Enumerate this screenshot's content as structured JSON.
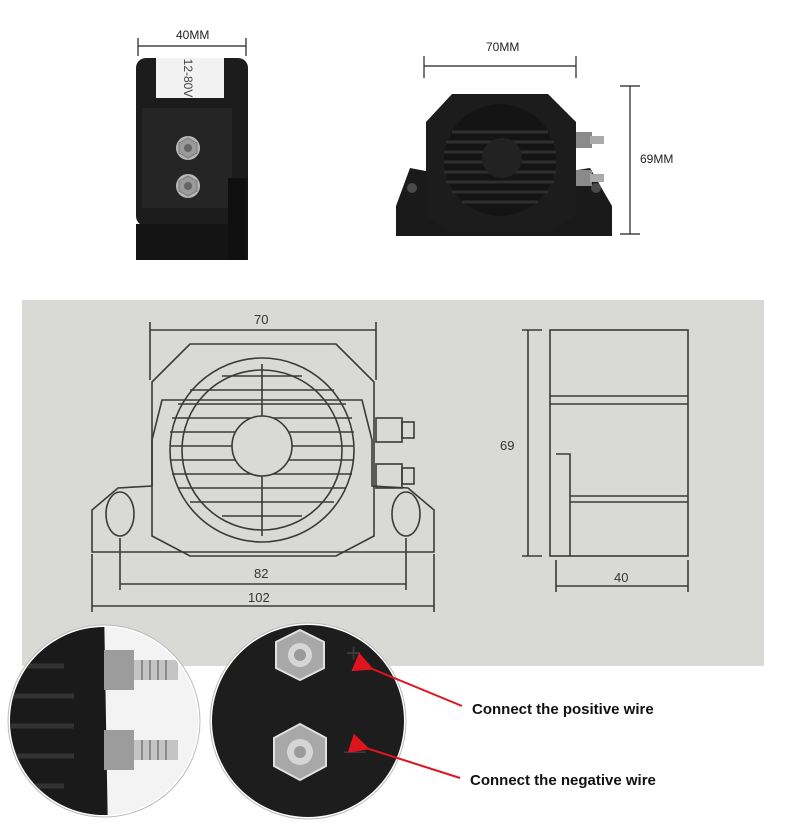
{
  "top_photos": {
    "side_view_width_label": "40MM",
    "front_view_width_label": "70MM",
    "front_view_height_label": "69MM",
    "sticker_text": "12-80V"
  },
  "technical_drawing": {
    "front_width": "70",
    "mount_hole_spacing": "82",
    "base_width": "102",
    "height": "69",
    "side_depth": "40"
  },
  "terminal_callouts": {
    "positive_symbol": "+",
    "negative_symbol": "—",
    "positive_text": "Connect the positive wire",
    "negative_text": "Connect the negative wire"
  },
  "colors": {
    "device_body": "#1c1c1c",
    "drawing_background": "#d9dad6",
    "arrow": "#e0141e"
  }
}
